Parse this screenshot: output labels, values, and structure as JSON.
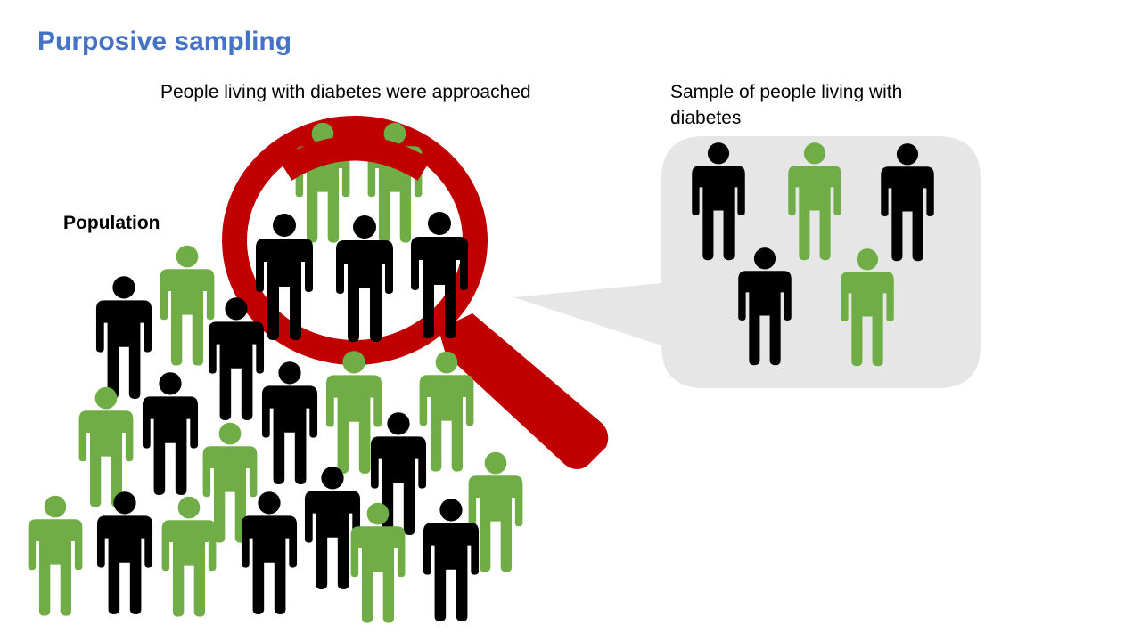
{
  "slide": {
    "title": "Purposive sampling",
    "approached_caption": "People living with diabetes were approached",
    "sample_caption": "Sample of people living with diabetes",
    "population_label": "Population"
  },
  "colors": {
    "title": "#4472c4",
    "diabetic_person": "#70ad47",
    "other_person": "#000000",
    "magnifier": "#c00000",
    "sample_bubble": "#e7e6e6"
  },
  "icons": {
    "person": "person-icon",
    "magnifier": "magnifying-glass-icon",
    "bubble": "callout-bubble"
  }
}
